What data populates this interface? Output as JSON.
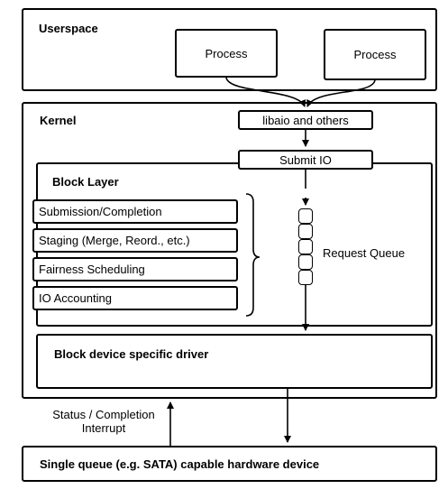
{
  "userspace": {
    "title": "Userspace",
    "process_1": "Process",
    "process_2": "Process"
  },
  "kernel": {
    "title": "Kernel",
    "libaio": "libaio and others",
    "submit_io": "Submit IO",
    "block_layer": {
      "title": "Block Layer",
      "items": [
        "Submission/Completion",
        "Staging (Merge, Reord., etc.)",
        "Fairness Scheduling",
        "IO Accounting"
      ],
      "request_queue": "Request Queue"
    },
    "driver": "Block device specific driver"
  },
  "status_label_line1": "Status / Completion",
  "status_label_line2": "Interrupt",
  "hardware": "Single queue (e.g. SATA) capable hardware device"
}
